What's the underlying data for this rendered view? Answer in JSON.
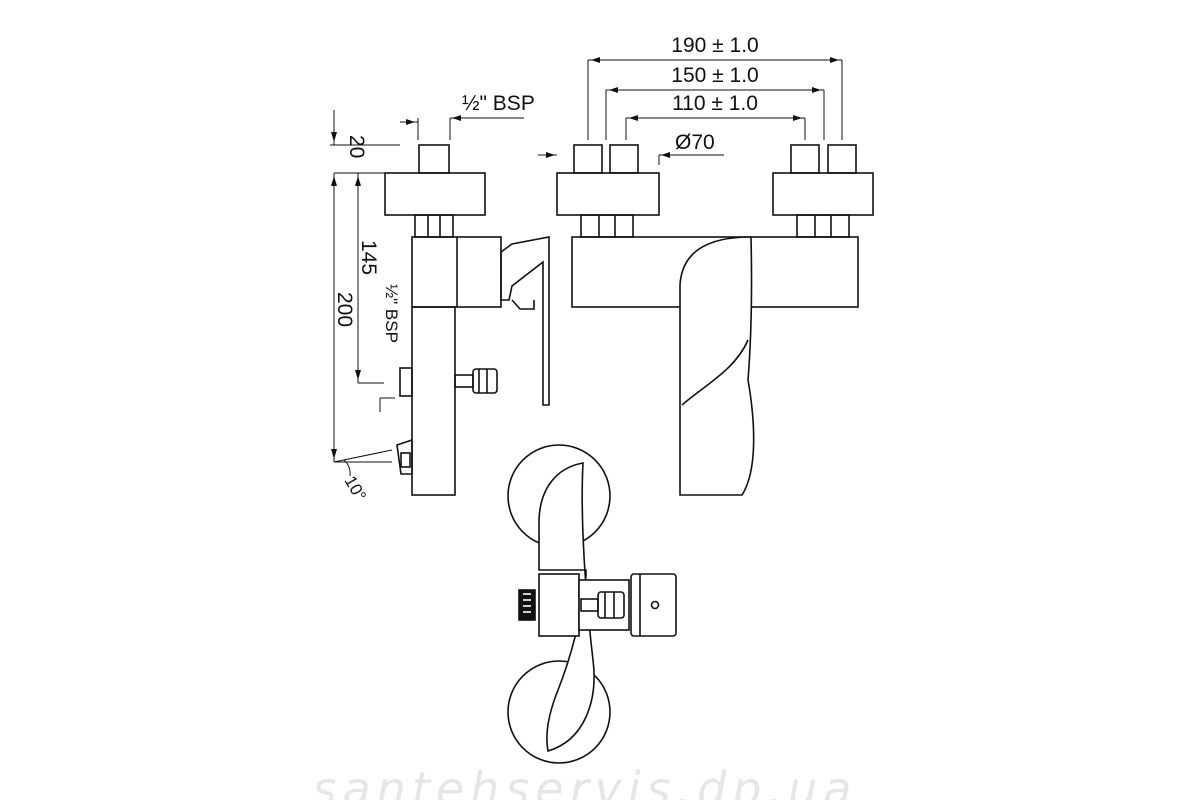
{
  "colors": {
    "line": "#111111",
    "background": "#ffffff",
    "watermark": "#e4e4e4"
  },
  "dimensions": {
    "overall_width": "190 ± 1.0",
    "mid_width": "150 ± 1.0",
    "inner_width": "110 ± 1.0",
    "diameter": "Ø70",
    "top_height": "20",
    "height_145": "145",
    "height_200": "200",
    "angle": "10°",
    "thread_top": "½\" BSP",
    "thread_side": "½\" BSP"
  },
  "watermark": {
    "text": "santehservis.dp.ua"
  }
}
